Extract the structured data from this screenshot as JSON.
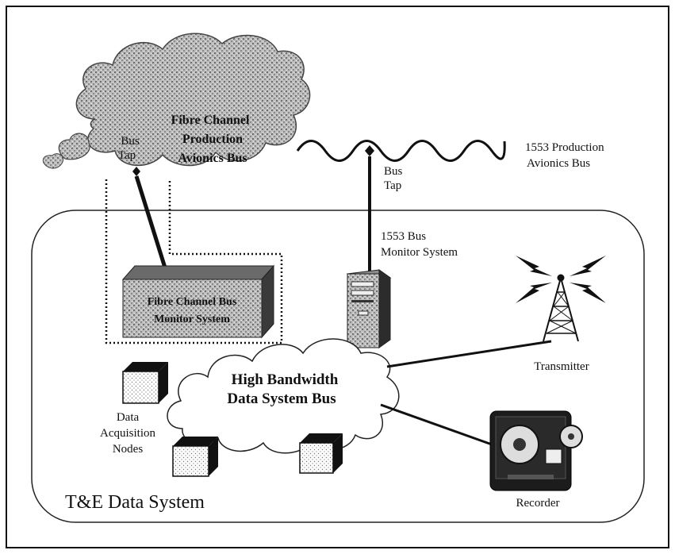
{
  "fibre_cloud": {
    "line1": "Fibre Channel",
    "line2": "Production",
    "line3": "Avionics Bus",
    "tap_line1": "Bus",
    "tap_line2": "Tap"
  },
  "bus_1553": {
    "line1": "1553 Production",
    "line2": "Avionics Bus",
    "tap_line1": "Bus",
    "tap_line2": "Tap"
  },
  "monitor_1553": {
    "line1": "1553 Bus",
    "line2": "Monitor System"
  },
  "fibre_monitor": {
    "line1": "Fibre Channel Bus",
    "line2": "Monitor System"
  },
  "data_bus": {
    "line1": "High Bandwidth",
    "line2": "Data System Bus"
  },
  "acquisition": {
    "line1": "Data",
    "line2": "Acquisition",
    "line3": "Nodes"
  },
  "transmitter": {
    "label": "Transmitter"
  },
  "recorder": {
    "label": "Recorder"
  },
  "system": {
    "label": "T&E Data System"
  }
}
